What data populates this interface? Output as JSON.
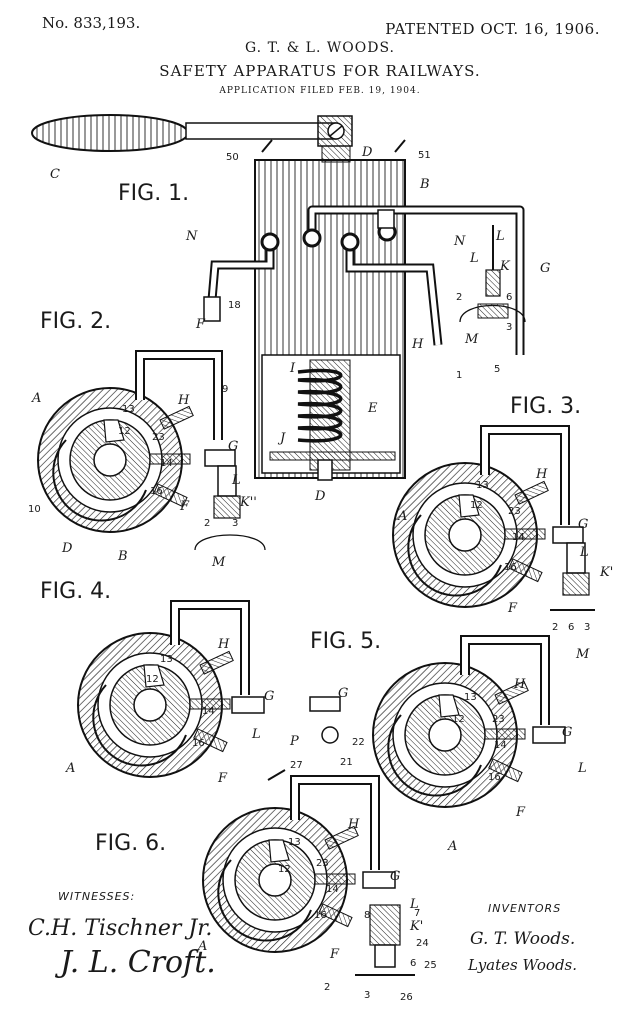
{
  "header": {
    "patent_number": "No. 833,193.",
    "patent_date": "PATENTED OCT. 16, 1906.",
    "inventors": "G. T. & L. WOODS.",
    "title": "SAFETY APPARATUS FOR RAILWAYS.",
    "filed": "APPLICATION FILED FEB. 19, 1904."
  },
  "figures": {
    "fig1": "FIG. 1.",
    "fig2": "FIG. 2.",
    "fig3": "FIG. 3.",
    "fig4": "FIG. 4.",
    "fig5": "FIG. 5.",
    "fig6": "FIG. 6."
  },
  "labels": {
    "C": "C",
    "B": "B",
    "D": "D",
    "N": "N",
    "L": "L",
    "K": "K",
    "G": "G",
    "H": "H",
    "F": "F",
    "M": "M",
    "A": "A",
    "I": "I",
    "E": "E",
    "J": "J",
    "P": "P",
    "K2": "K''",
    "K1": "K'",
    "n50": "50",
    "n51": "51",
    "n18": "18",
    "n9": "9",
    "n10": "10",
    "n12": "12",
    "n13": "13",
    "n14": "14",
    "n16": "16",
    "n23": "23",
    "n1": "1",
    "n2": "2",
    "n3": "3",
    "n5": "5",
    "n6": "6",
    "n7": "7",
    "n8": "8",
    "n21": "21",
    "n22": "22",
    "n24": "24",
    "n25": "25",
    "n26": "26",
    "n27": "27"
  },
  "witnesses": {
    "heading": "WITNESSES:",
    "sig1": "C.H. Tischner Jr.",
    "sig2": "J. L. Croft."
  },
  "inventors_block": {
    "heading": "INVENTORS",
    "sig1": "G. T. Woods.",
    "sig2": "Lyates Woods."
  }
}
